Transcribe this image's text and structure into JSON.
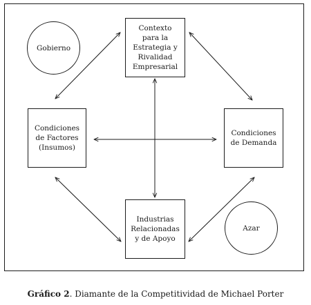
{
  "nodes": {
    "contexto": "Contexto\npara la\nEstrategia y\nRivalidad\nEmpresarial",
    "factores": "Condiciones\nde Factores\n(Insumos)",
    "demanda": "Condiciones\nde Demanda",
    "industrias": "Industrias\nRelacionadas\ny de Apoyo",
    "gobierno": "Gobierno",
    "azar": "Azar"
  },
  "caption": {
    "label": "Gráfico 2",
    "text": ". Diamante de la Competitividad de Michael Porter"
  }
}
